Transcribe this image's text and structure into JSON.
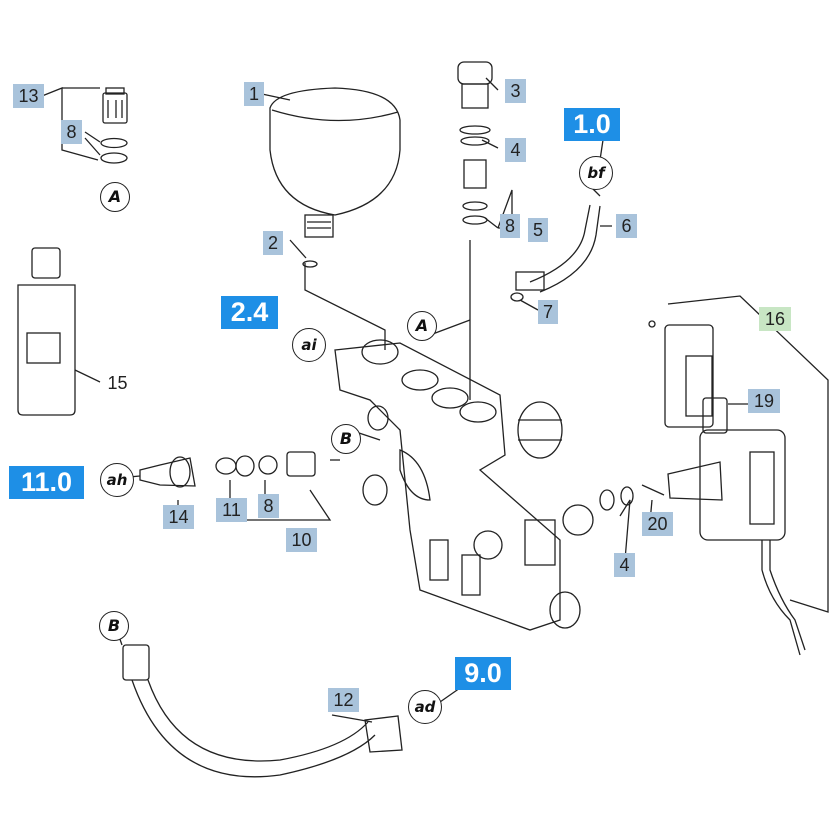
{
  "colors": {
    "part_label_bg": "#a9c3db",
    "group_label_bg": "#1e8fe6",
    "highlight_label_bg": "#c8e6c4"
  },
  "part_labels": [
    "1",
    "2",
    "3",
    "4",
    "4",
    "5",
    "6",
    "7",
    "8",
    "8",
    "8",
    "10",
    "11",
    "12",
    "13",
    "14",
    "15",
    "16",
    "19",
    "20"
  ],
  "group_labels": [
    "1.0",
    "2.4",
    "11.0",
    "9.0"
  ],
  "connectors": [
    "A",
    "A",
    "B",
    "B",
    "ai",
    "ah",
    "bf",
    "ad"
  ]
}
